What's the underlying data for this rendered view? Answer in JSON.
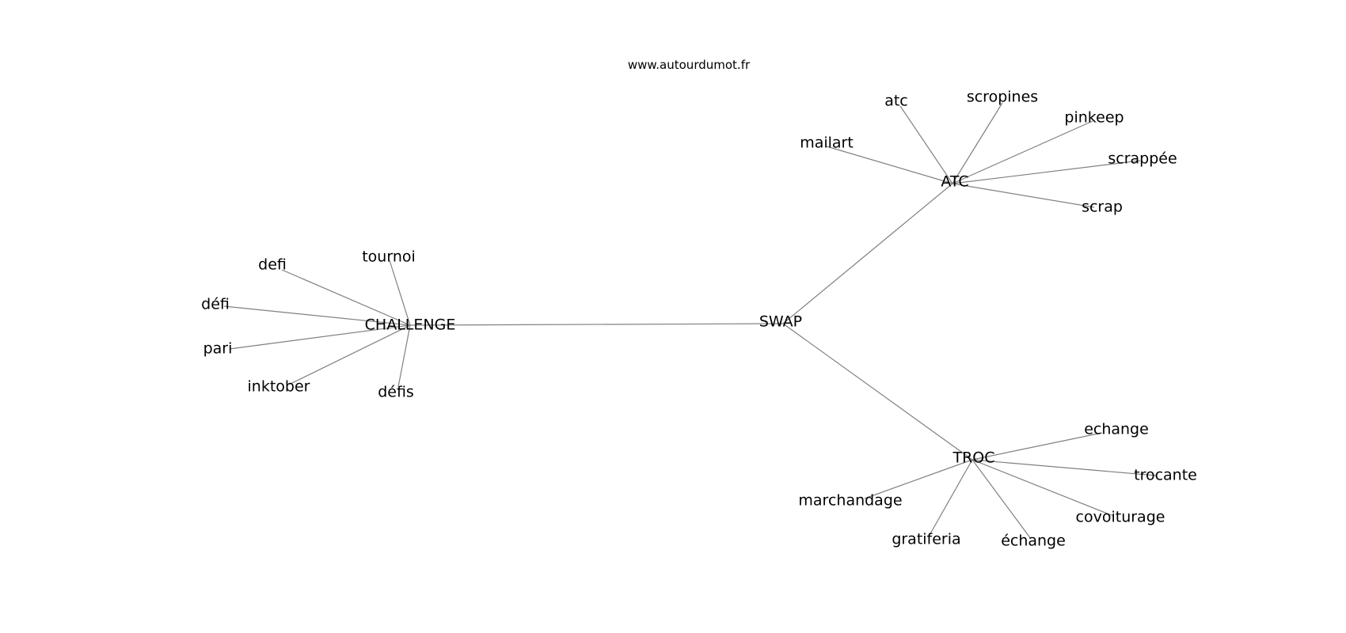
{
  "watermark": "www.autourdumot.fr",
  "colors": {
    "edge": "#808080",
    "text": "#000000",
    "background": "#ffffff"
  },
  "graph": {
    "center": "SWAP",
    "nodes": [
      {
        "id": "swap",
        "label": "SWAP",
        "role": "center"
      },
      {
        "id": "challenge",
        "label": "CHALLENGE",
        "role": "hub"
      },
      {
        "id": "atc",
        "label": "ATC",
        "role": "hub"
      },
      {
        "id": "troc",
        "label": "TROC",
        "role": "hub"
      },
      {
        "id": "defi1",
        "label": "defi",
        "role": "leaf"
      },
      {
        "id": "tournoi",
        "label": "tournoi",
        "role": "leaf"
      },
      {
        "id": "defi2",
        "label": "défi",
        "role": "leaf"
      },
      {
        "id": "pari",
        "label": "pari",
        "role": "leaf"
      },
      {
        "id": "inktober",
        "label": "inktober",
        "role": "leaf"
      },
      {
        "id": "defis",
        "label": "défis",
        "role": "leaf"
      },
      {
        "id": "atc_leaf",
        "label": "atc",
        "role": "leaf"
      },
      {
        "id": "scropines",
        "label": "scropines",
        "role": "leaf"
      },
      {
        "id": "pinkeep",
        "label": "pinkeep",
        "role": "leaf"
      },
      {
        "id": "mailart",
        "label": "mailart",
        "role": "leaf"
      },
      {
        "id": "scrappee",
        "label": "scrappée",
        "role": "leaf"
      },
      {
        "id": "scrap",
        "label": "scrap",
        "role": "leaf"
      },
      {
        "id": "echange1",
        "label": "echange",
        "role": "leaf"
      },
      {
        "id": "trocante",
        "label": "trocante",
        "role": "leaf"
      },
      {
        "id": "marchandage",
        "label": "marchandage",
        "role": "leaf"
      },
      {
        "id": "covoiturage",
        "label": "covoiturage",
        "role": "leaf"
      },
      {
        "id": "gratiferia",
        "label": "gratiferia",
        "role": "leaf"
      },
      {
        "id": "echange2",
        "label": "échange",
        "role": "leaf"
      }
    ],
    "edges": [
      [
        "swap",
        "challenge"
      ],
      [
        "swap",
        "atc"
      ],
      [
        "swap",
        "troc"
      ],
      [
        "challenge",
        "defi1"
      ],
      [
        "challenge",
        "tournoi"
      ],
      [
        "challenge",
        "defi2"
      ],
      [
        "challenge",
        "pari"
      ],
      [
        "challenge",
        "inktober"
      ],
      [
        "challenge",
        "defis"
      ],
      [
        "atc",
        "atc_leaf"
      ],
      [
        "atc",
        "scropines"
      ],
      [
        "atc",
        "pinkeep"
      ],
      [
        "atc",
        "mailart"
      ],
      [
        "atc",
        "scrappee"
      ],
      [
        "atc",
        "scrap"
      ],
      [
        "troc",
        "echange1"
      ],
      [
        "troc",
        "trocante"
      ],
      [
        "troc",
        "marchandage"
      ],
      [
        "troc",
        "covoiturage"
      ],
      [
        "troc",
        "gratiferia"
      ],
      [
        "troc",
        "echange2"
      ]
    ]
  }
}
